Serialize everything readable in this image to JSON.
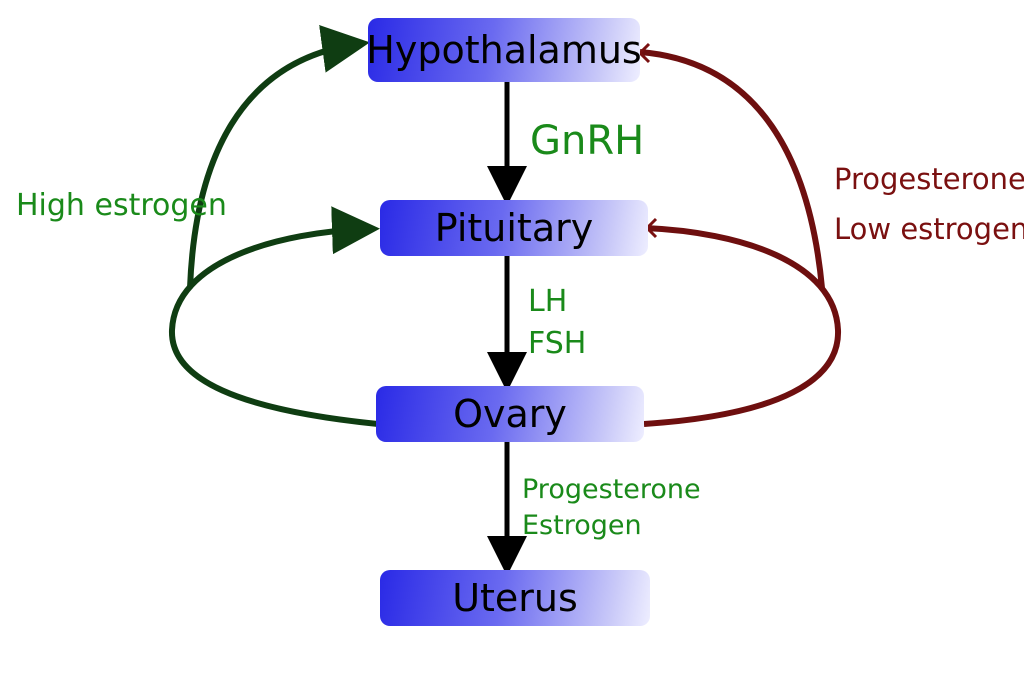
{
  "nodes": {
    "hypothalamus": "Hypothalamus",
    "pituitary": "Pituitary",
    "ovary": "Ovary",
    "uterus": "Uterus"
  },
  "edges": {
    "gnrh": "GnRH",
    "lh": "LH",
    "fsh": "FSH",
    "ovary_progesterone": "Progesterone",
    "ovary_estrogen": "Estrogen"
  },
  "feedback": {
    "positive": "High estrogen",
    "negative_line1": "Progesterone",
    "negative_line2": "Low estrogen"
  },
  "colors": {
    "positive": "#0f3d12",
    "negative": "#6e0f0f",
    "label_green": "#1a8a1a"
  }
}
